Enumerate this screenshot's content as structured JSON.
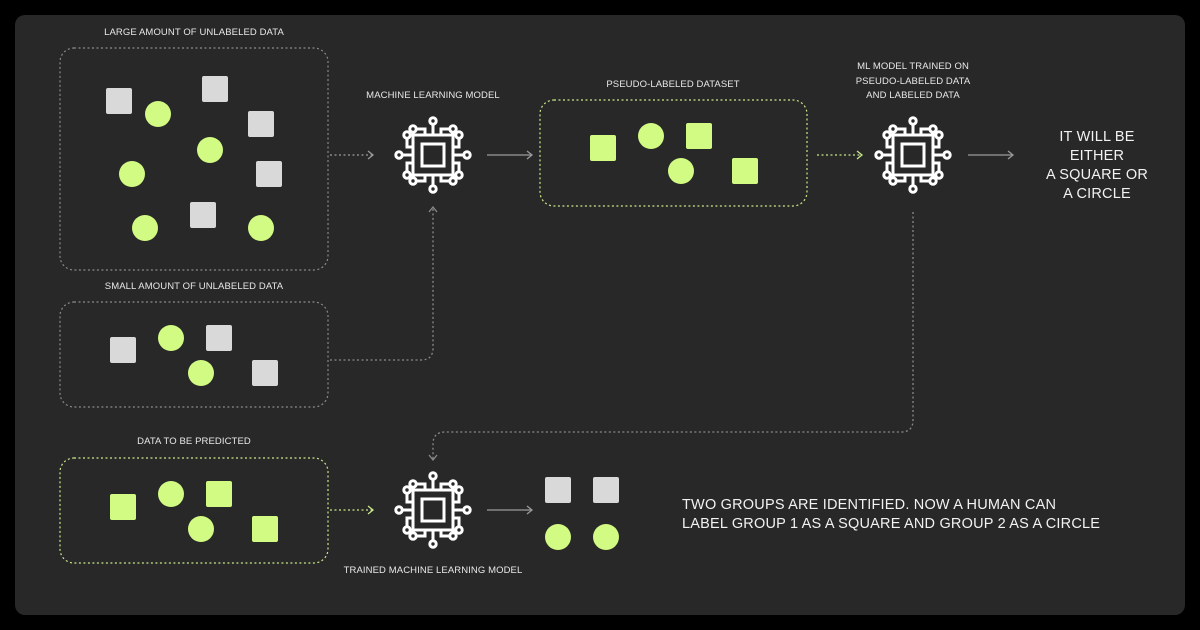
{
  "colors": {
    "panel": "#282828",
    "square": "#d9d9d9",
    "circle": "#d2fb83",
    "dash": "#8a8a8a",
    "dash_green": "#c9e98a",
    "arrow": "#9a9a9a"
  },
  "labels": {
    "large_unlabeled": "LARGE AMOUNT OF UNLABELED DATA",
    "small_unlabeled": "SMALL AMOUNT OF UNLABELED DATA",
    "to_predict": "DATA TO BE PREDICTED",
    "ml_model": "MACHINE LEARNING MODEL",
    "pseudo_dataset": "PSEUDO-LABELED DATASET",
    "ml_trained_1": "ML MODEL TRAINED ON",
    "ml_trained_2": "PSEUDO-LABELED DATA",
    "ml_trained_3": "AND LABELED DATA",
    "trained_model": "TRAINED MACHINE LEARNING MODEL"
  },
  "outcome": {
    "line1": "IT WILL BE EITHER",
    "line2": "A SQUARE OR",
    "line3": "A CIRCLE"
  },
  "conclusion": {
    "line1": "TWO GROUPS ARE IDENTIFIED. NOW A HUMAN CAN",
    "line2": "LABEL GROUP 1 AS A SQUARE AND GROUP 2 AS A CIRCLE"
  }
}
